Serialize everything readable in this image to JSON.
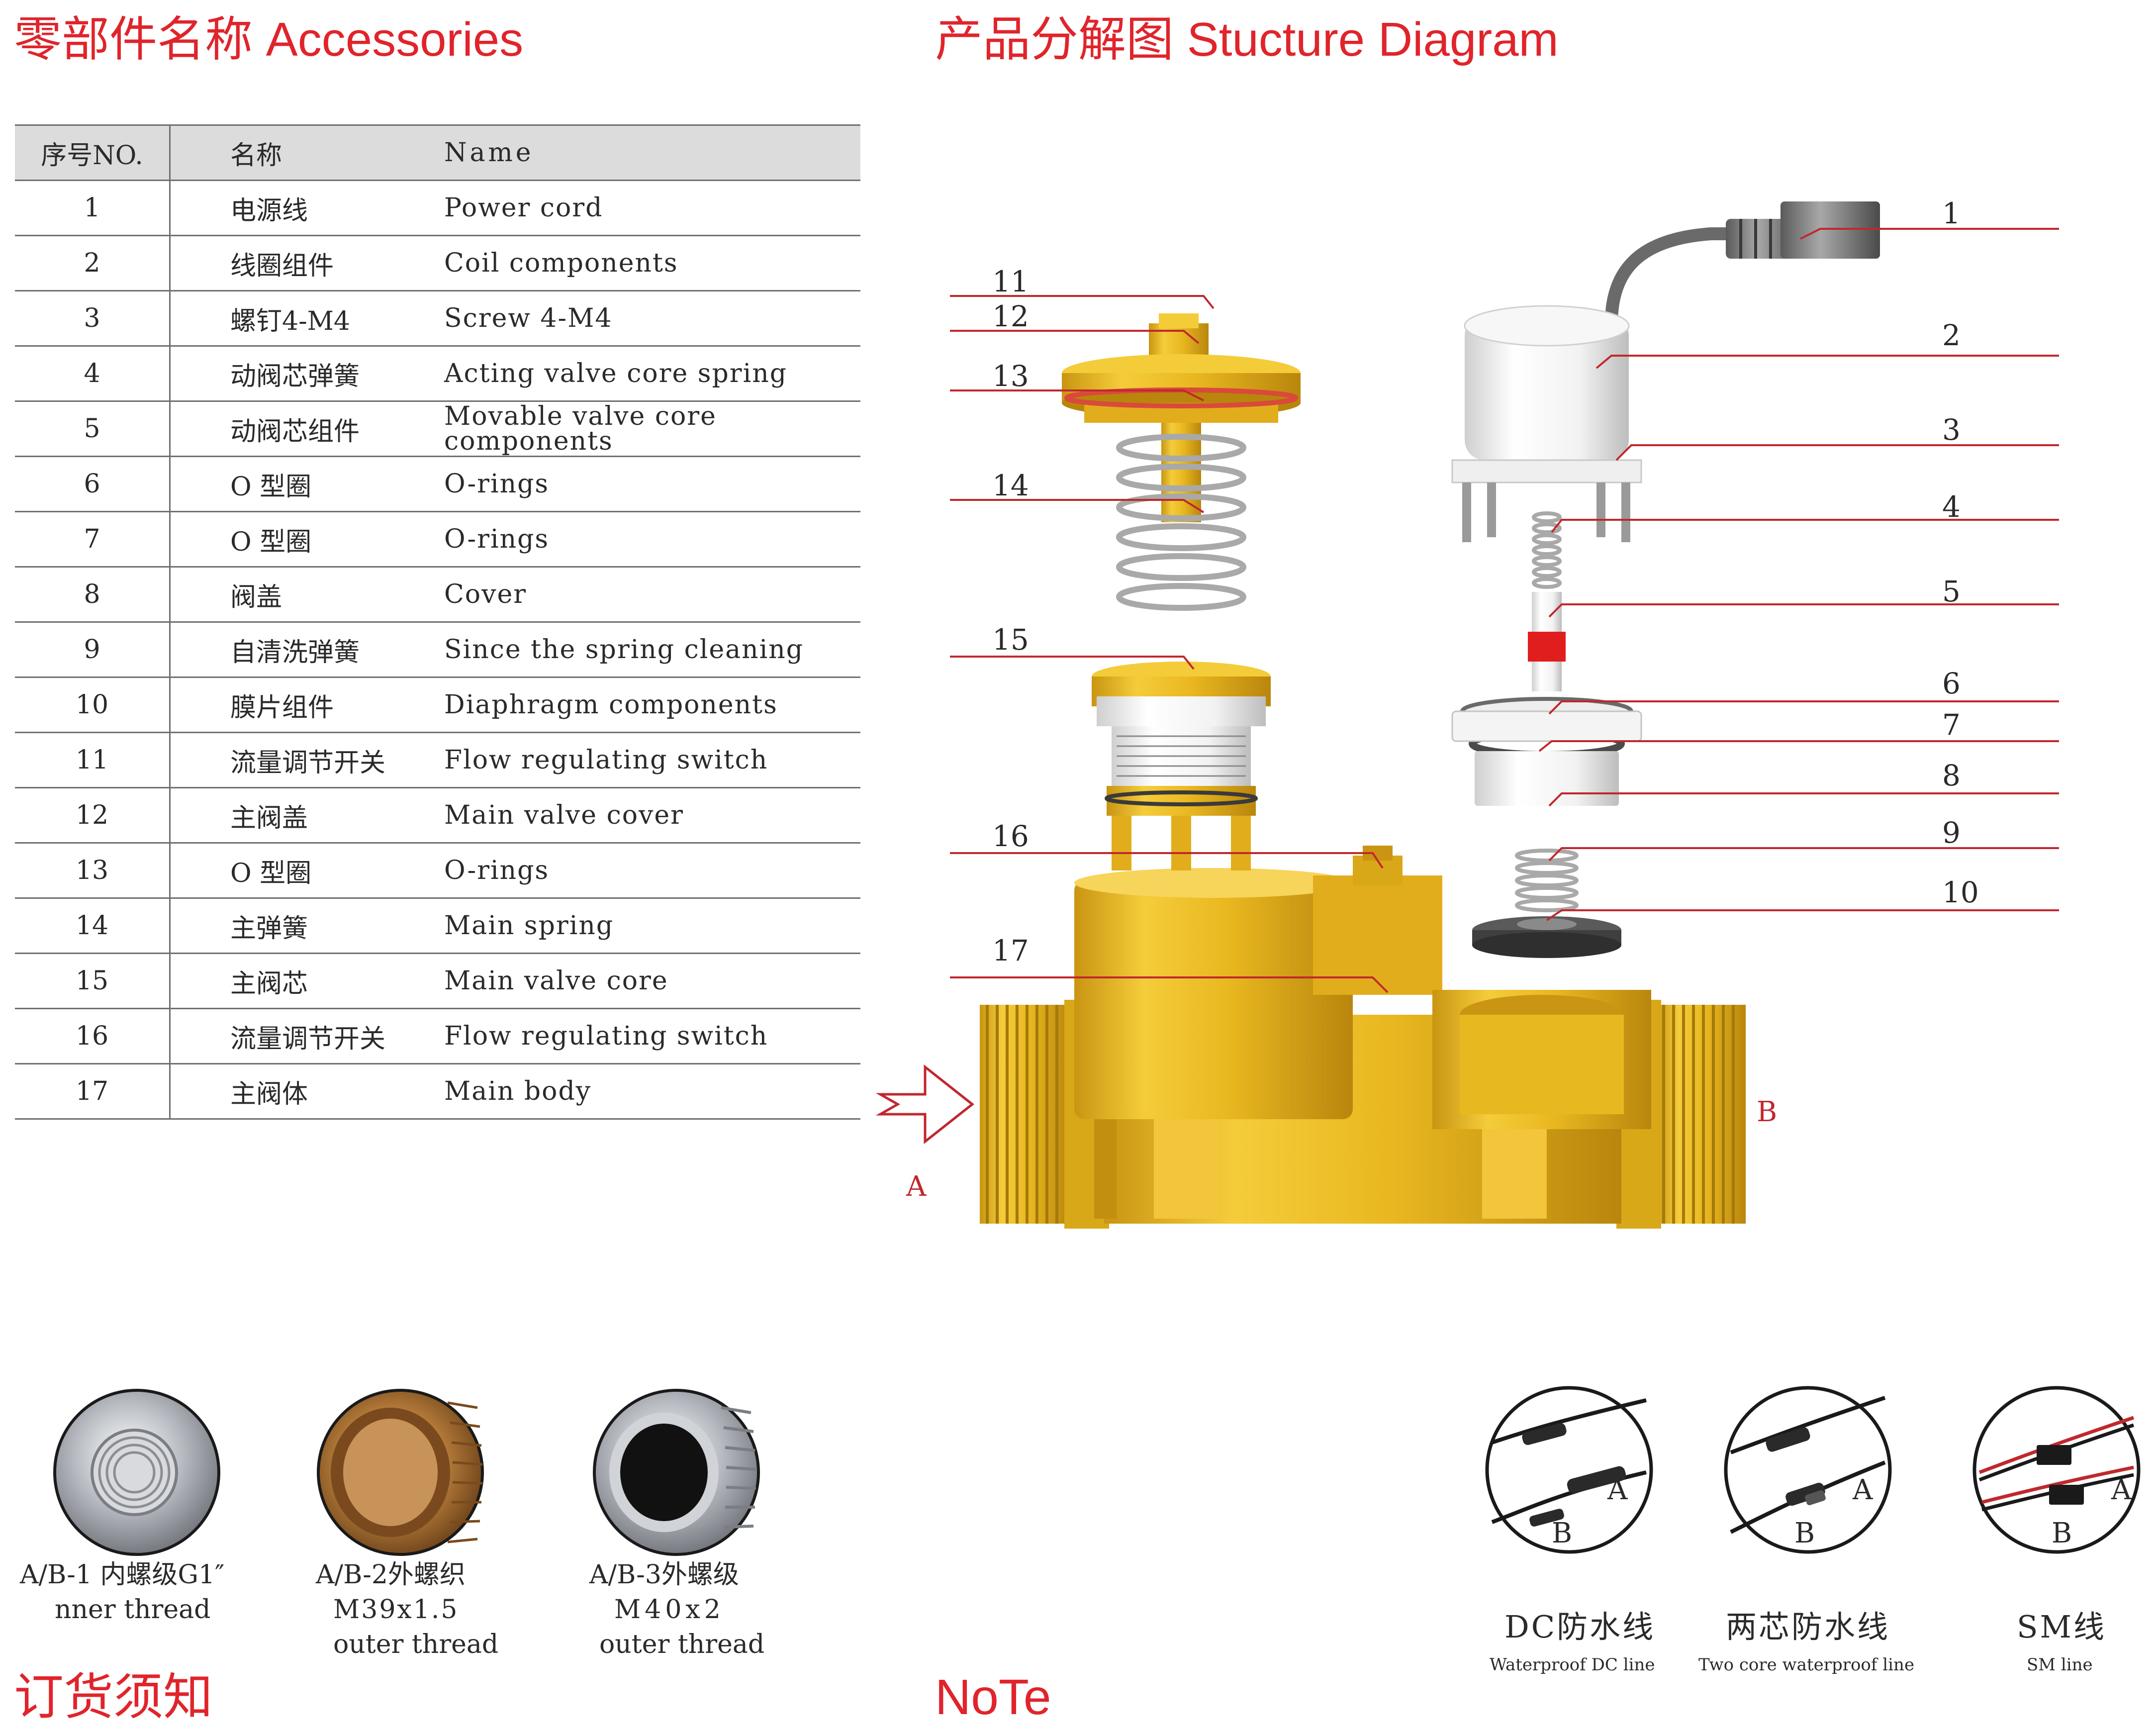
{
  "headings": {
    "accessories": "零部件名称 Accessories",
    "structure": "产品分解图 Stucture Diagram",
    "ordering": "订货须知",
    "note": "NoTe"
  },
  "table": {
    "headers": [
      "序号NO.",
      "名称",
      "Name"
    ],
    "rows": [
      {
        "no": "1",
        "cn": "电源线",
        "en": "Power cord"
      },
      {
        "no": "2",
        "cn": "线圈组件",
        "en": "Coil components"
      },
      {
        "no": "3",
        "cn": "螺钉4-M4",
        "en": "Screw 4-M4"
      },
      {
        "no": "4",
        "cn": "动阀芯弹簧",
        "en": "Acting valve core spring"
      },
      {
        "no": "5",
        "cn": "动阀芯组件",
        "en": "Movable valve core components"
      },
      {
        "no": "6",
        "cn": "O 型圈",
        "en": "O-rings"
      },
      {
        "no": "7",
        "cn": "O 型圈",
        "en": "O-rings"
      },
      {
        "no": "8",
        "cn": "阀盖",
        "en": "Cover"
      },
      {
        "no": "9",
        "cn": "自清洗弹簧",
        "en": "Since the spring cleaning"
      },
      {
        "no": "10",
        "cn": "膜片组件",
        "en": "Diaphragm components"
      },
      {
        "no": "11",
        "cn": "流量调节开关",
        "en": "Flow regulating switch"
      },
      {
        "no": "12",
        "cn": "主阀盖",
        "en": "Main valve cover"
      },
      {
        "no": "13",
        "cn": "O 型圈",
        "en": "O-rings"
      },
      {
        "no": "14",
        "cn": "主弹簧",
        "en": "Main spring"
      },
      {
        "no": "15",
        "cn": "主阀芯",
        "en": "Main valve core"
      },
      {
        "no": "16",
        "cn": "流量调节开关",
        "en": "Flow regulating switch"
      },
      {
        "no": "17",
        "cn": "主阀体",
        "en": "Main body"
      }
    ]
  },
  "diagram": {
    "left_labels": [
      "11",
      "12",
      "13",
      "14",
      "15",
      "16",
      "17"
    ],
    "right_labels": [
      "1",
      "2",
      "3",
      "4",
      "5",
      "6",
      "7",
      "8",
      "9",
      "10"
    ],
    "inlet": "A",
    "outlet": "B"
  },
  "threads": [
    {
      "line1": "A/B-1 内螺级G1″",
      "line2": "nner thread",
      "line3": ""
    },
    {
      "line1": "A/B-2外螺织",
      "line2": "M39x1.5",
      "line3": "outer thread"
    },
    {
      "line1": "A/B-3外螺级",
      "line2": "M40x2",
      "line3": "outer thread"
    }
  ],
  "connectors": [
    {
      "cn": "DC防水线",
      "en": "Waterproof DC line",
      "a": "A",
      "b": "B"
    },
    {
      "cn": "两芯防水线",
      "en": "Two core waterproof line",
      "a": "A",
      "b": "B"
    },
    {
      "cn": "SM线",
      "en": "SM line",
      "a": "A",
      "b": "B"
    }
  ],
  "colors": {
    "accent": "#e0242b",
    "brass": "#e8b81e",
    "brass_dark": "#b8860b",
    "leader": "#c0282e"
  }
}
